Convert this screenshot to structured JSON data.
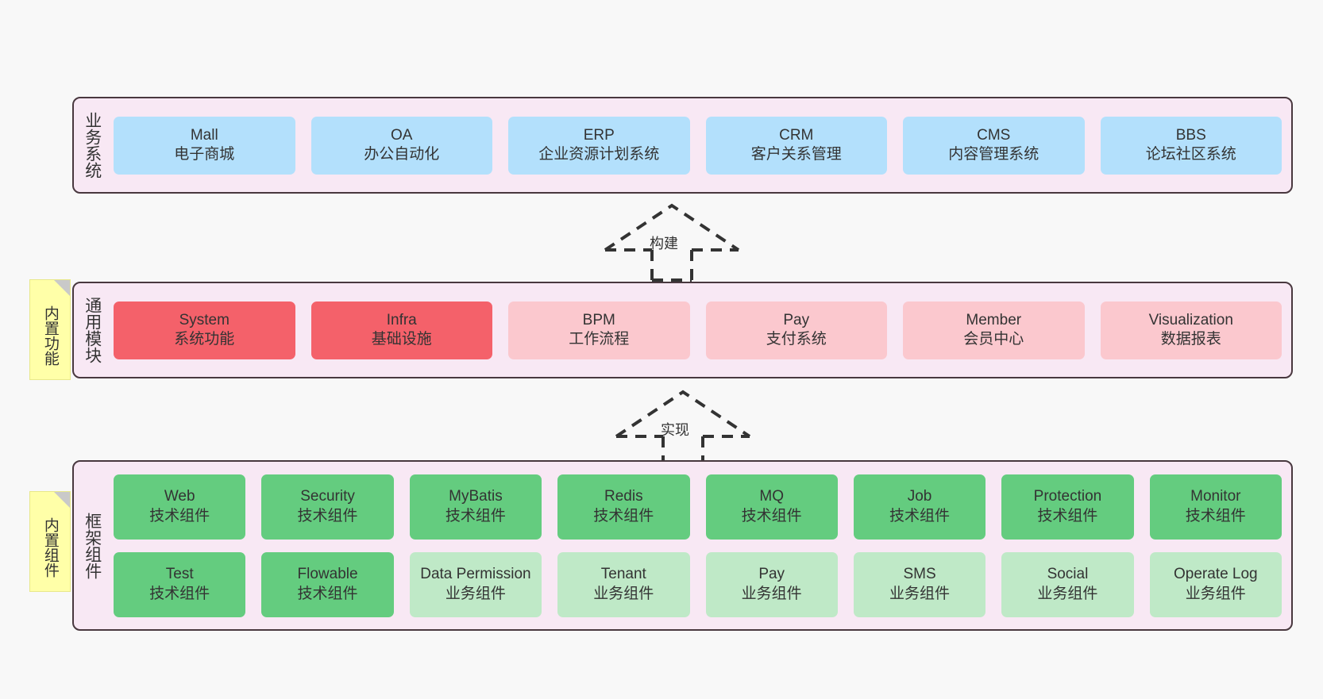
{
  "diagram": {
    "background_color": "#f8f8f8",
    "panel_color": "#f8e8f4",
    "panel_border_color": "#49383f",
    "note_color": "#ffffa8"
  },
  "notes": [
    {
      "text": "内置功能"
    },
    {
      "text": "内置组件"
    }
  ],
  "arrows": [
    {
      "label": "构建",
      "style": "dashed-generalization-up"
    },
    {
      "label": "实现",
      "style": "dashed-generalization-up"
    }
  ],
  "layers": [
    {
      "title": "业务系统",
      "accent": "#b3e0fc",
      "rows": [
        [
          {
            "name": "Mall",
            "sub": "电子商城",
            "tone": "blue"
          },
          {
            "name": "OA",
            "sub": "办公自动化",
            "tone": "blue"
          },
          {
            "name": "ERP",
            "sub": "企业资源计划系统",
            "tone": "blue"
          },
          {
            "name": "CRM",
            "sub": "客户关系管理",
            "tone": "blue"
          },
          {
            "name": "CMS",
            "sub": "内容管理系统",
            "tone": "blue"
          },
          {
            "name": "BBS",
            "sub": "论坛社区系统",
            "tone": "blue"
          }
        ]
      ]
    },
    {
      "title": "通用模块",
      "accent": "#f4616a",
      "rows": [
        [
          {
            "name": "System",
            "sub": "系统功能",
            "tone": "strong"
          },
          {
            "name": "Infra",
            "sub": "基础设施",
            "tone": "strong"
          },
          {
            "name": "BPM",
            "sub": "工作流程",
            "tone": "soft"
          },
          {
            "name": "Pay",
            "sub": "支付系统",
            "tone": "soft"
          },
          {
            "name": "Member",
            "sub": "会员中心",
            "tone": "soft"
          },
          {
            "name": "Visualization",
            "sub": "数据报表",
            "tone": "soft"
          }
        ]
      ]
    },
    {
      "title": "框架组件",
      "accent": "#64cc7f",
      "rows": [
        [
          {
            "name": "Web",
            "sub": "技术组件",
            "tone": "tech"
          },
          {
            "name": "Security",
            "sub": "技术组件",
            "tone": "tech"
          },
          {
            "name": "MyBatis",
            "sub": "技术组件",
            "tone": "tech"
          },
          {
            "name": "Redis",
            "sub": "技术组件",
            "tone": "tech"
          },
          {
            "name": "MQ",
            "sub": "技术组件",
            "tone": "tech"
          },
          {
            "name": "Job",
            "sub": "技术组件",
            "tone": "tech"
          },
          {
            "name": "Protection",
            "sub": "技术组件",
            "tone": "tech"
          },
          {
            "name": "Monitor",
            "sub": "技术组件",
            "tone": "tech"
          }
        ],
        [
          {
            "name": "Test",
            "sub": "技术组件",
            "tone": "tech"
          },
          {
            "name": "Flowable",
            "sub": "技术组件",
            "tone": "tech"
          },
          {
            "name": "Data Permission",
            "sub": "业务组件",
            "tone": "biz"
          },
          {
            "name": "Tenant",
            "sub": "业务组件",
            "tone": "biz"
          },
          {
            "name": "Pay",
            "sub": "业务组件",
            "tone": "biz"
          },
          {
            "name": "SMS",
            "sub": "业务组件",
            "tone": "biz"
          },
          {
            "name": "Social",
            "sub": "业务组件",
            "tone": "biz"
          },
          {
            "name": "Operate Log",
            "sub": "业务组件",
            "tone": "biz"
          }
        ]
      ]
    }
  ]
}
